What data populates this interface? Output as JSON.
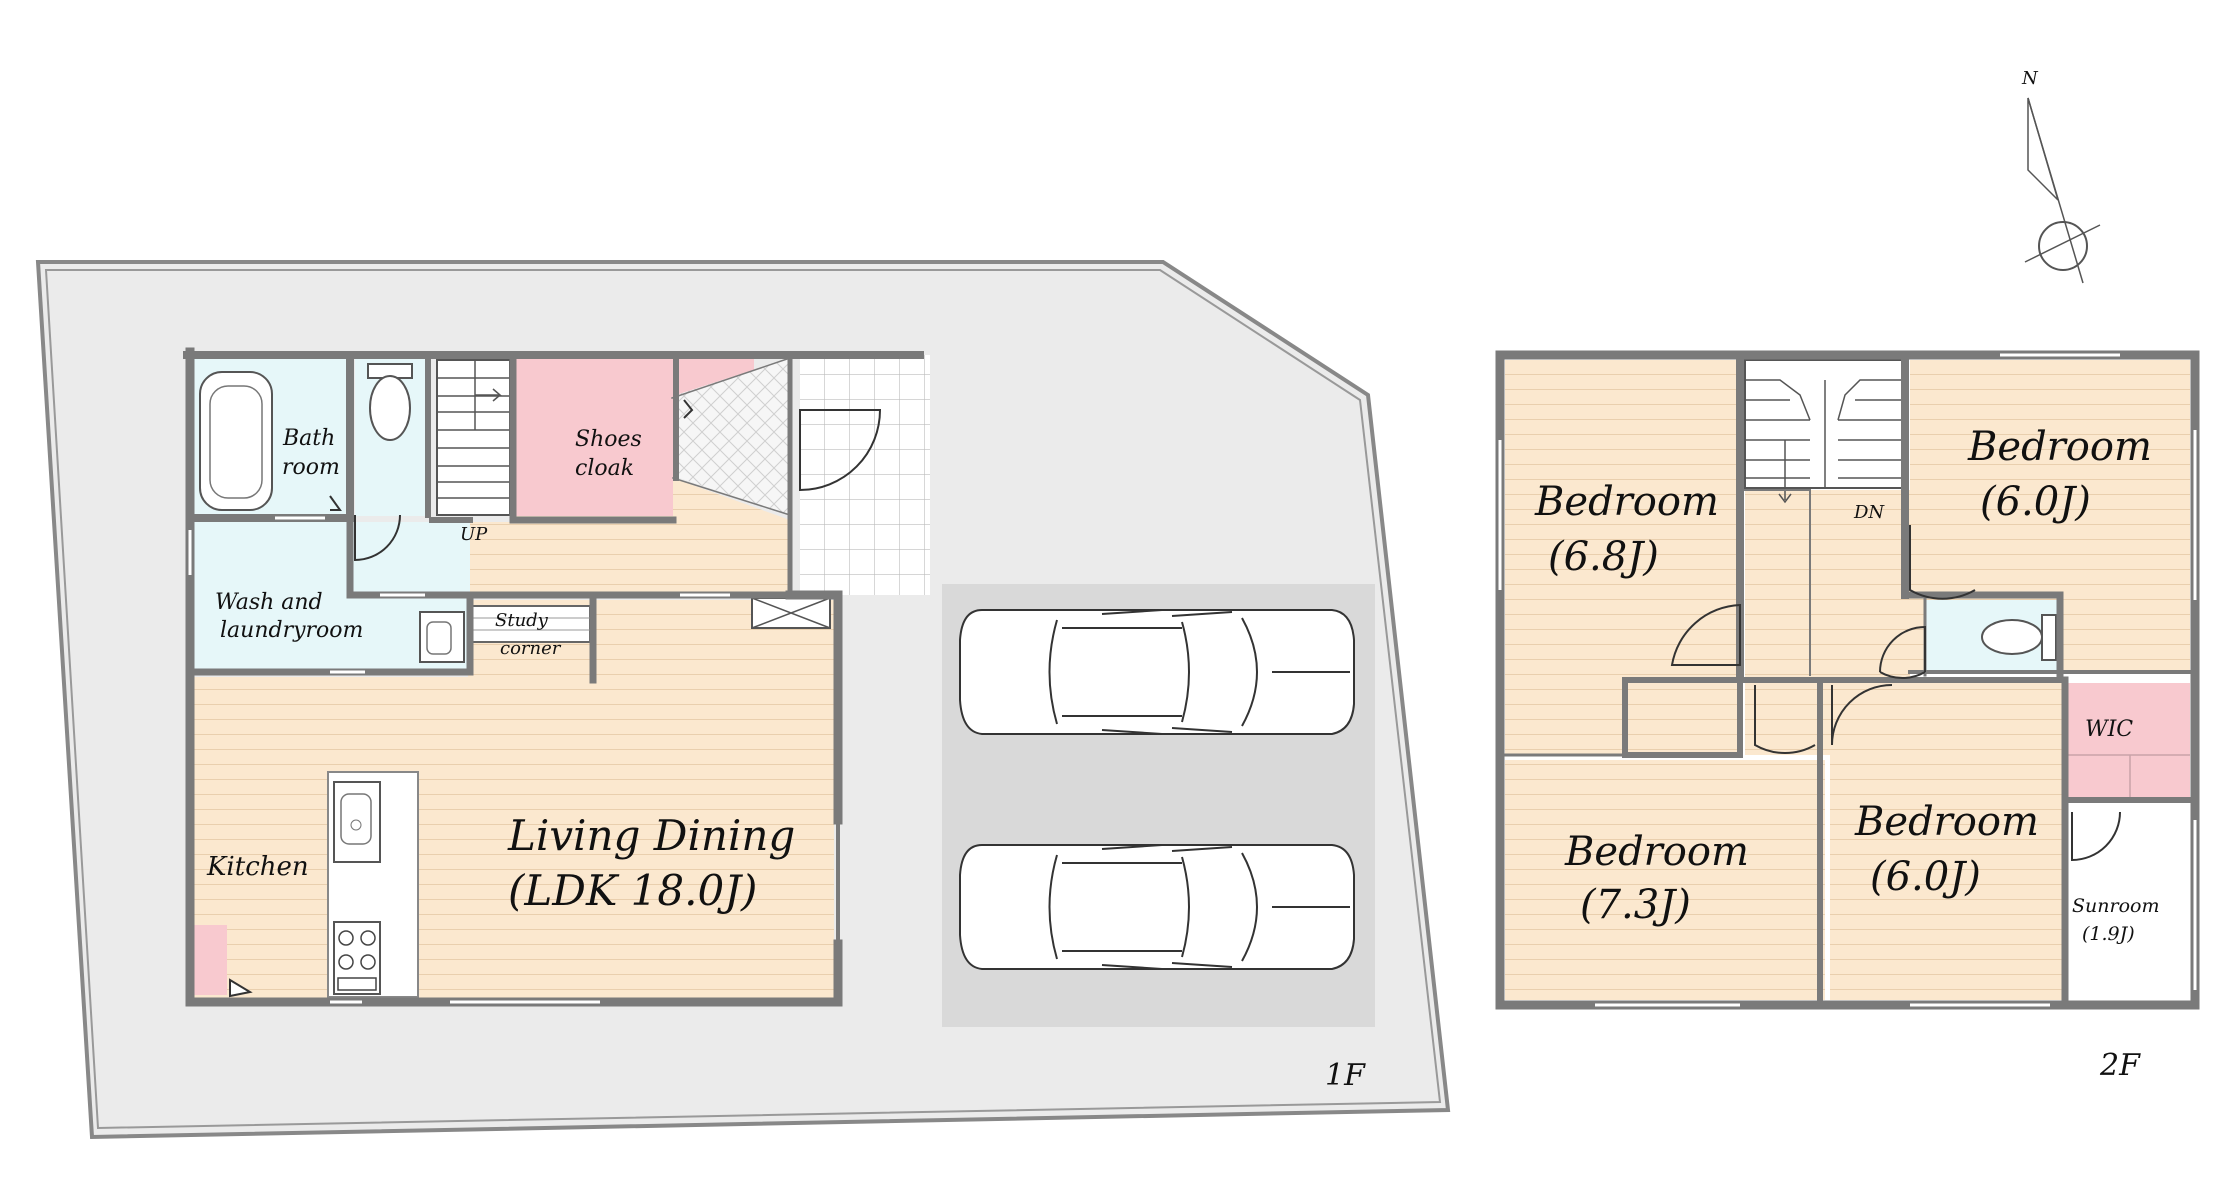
{
  "floor1": {
    "level_label": "1F",
    "rooms": {
      "bath": [
        "Bath",
        "room"
      ],
      "shoes": [
        "Shoes",
        "cloak"
      ],
      "up": "UP",
      "wash": [
        "Wash and",
        "laundryroom"
      ],
      "study": [
        "Study",
        "corner"
      ],
      "kitchen": "Kitchen",
      "ldk": [
        "Living Dining",
        "(LDK 18.0J)"
      ]
    }
  },
  "floor2": {
    "level_label": "2F",
    "rooms": {
      "bed_nw": [
        "Bedroom",
        "(6.8J)"
      ],
      "bed_ne": [
        "Bedroom",
        "(6.0J)"
      ],
      "bed_sw": [
        "Bedroom",
        "(7.3J)"
      ],
      "bed_se": [
        "Bedroom",
        "(6.0J)"
      ],
      "dn": "DN",
      "wic": "WIC",
      "sunroom": [
        "Sunroom",
        "(1.9J)"
      ]
    }
  },
  "compass": {
    "label": "N"
  },
  "colors": {
    "site": "#ebebeb",
    "wood": "#fbe8cf",
    "water": "#e6f7f9",
    "pink": "#f8c9cf",
    "parking": "#d9d9d9",
    "wall": "#7a7a7a"
  },
  "icons": [
    "toilet-icon",
    "bathtub-icon",
    "stair-icon",
    "car-icon",
    "sink-icon",
    "stove-icon",
    "compass-icon"
  ]
}
